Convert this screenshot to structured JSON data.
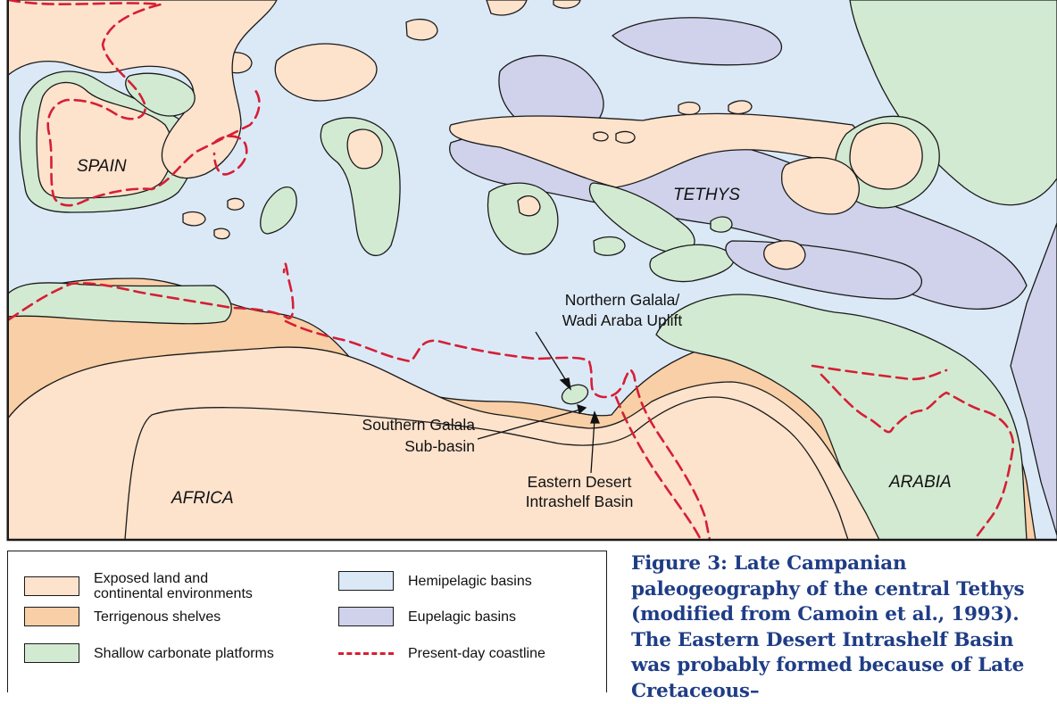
{
  "map": {
    "labels": {
      "spain": "SPAIN",
      "tethys": "TETHYS",
      "africa": "AFRICA",
      "arabia": "ARABIA"
    },
    "annotations": {
      "northern_line1": "Northern Galala/",
      "northern_line2": "Wadi Araba Uplift",
      "southern_line1": "Southern Galala",
      "southern_line2": "Sub-basin",
      "eastern_line1": "Eastern Desert",
      "eastern_line2": "Intrashelf Basin"
    }
  },
  "legend": {
    "items": [
      {
        "line1": "Exposed land and",
        "line2": "continental environments",
        "color": "#fde2cc"
      },
      {
        "line1": "Terrigenous shelves",
        "color": "#f8cfa6"
      },
      {
        "line1": "Shallow carbonate platforms",
        "color": "#d2ead2"
      },
      {
        "line1": "Hemipelagic basins",
        "color": "#dbe9f7"
      },
      {
        "line1": "Eupelagic basins",
        "color": "#cfd2ea"
      },
      {
        "line1": "Present-day coastline",
        "color": "#d51f35"
      }
    ]
  },
  "caption": {
    "text": "Figure 3: Late Campanian paleogeography of the central Tethys (modified from Camoin et al., 1993). The Eastern Desert Intrashelf Basin was probably formed because of Late Cretaceous–"
  }
}
